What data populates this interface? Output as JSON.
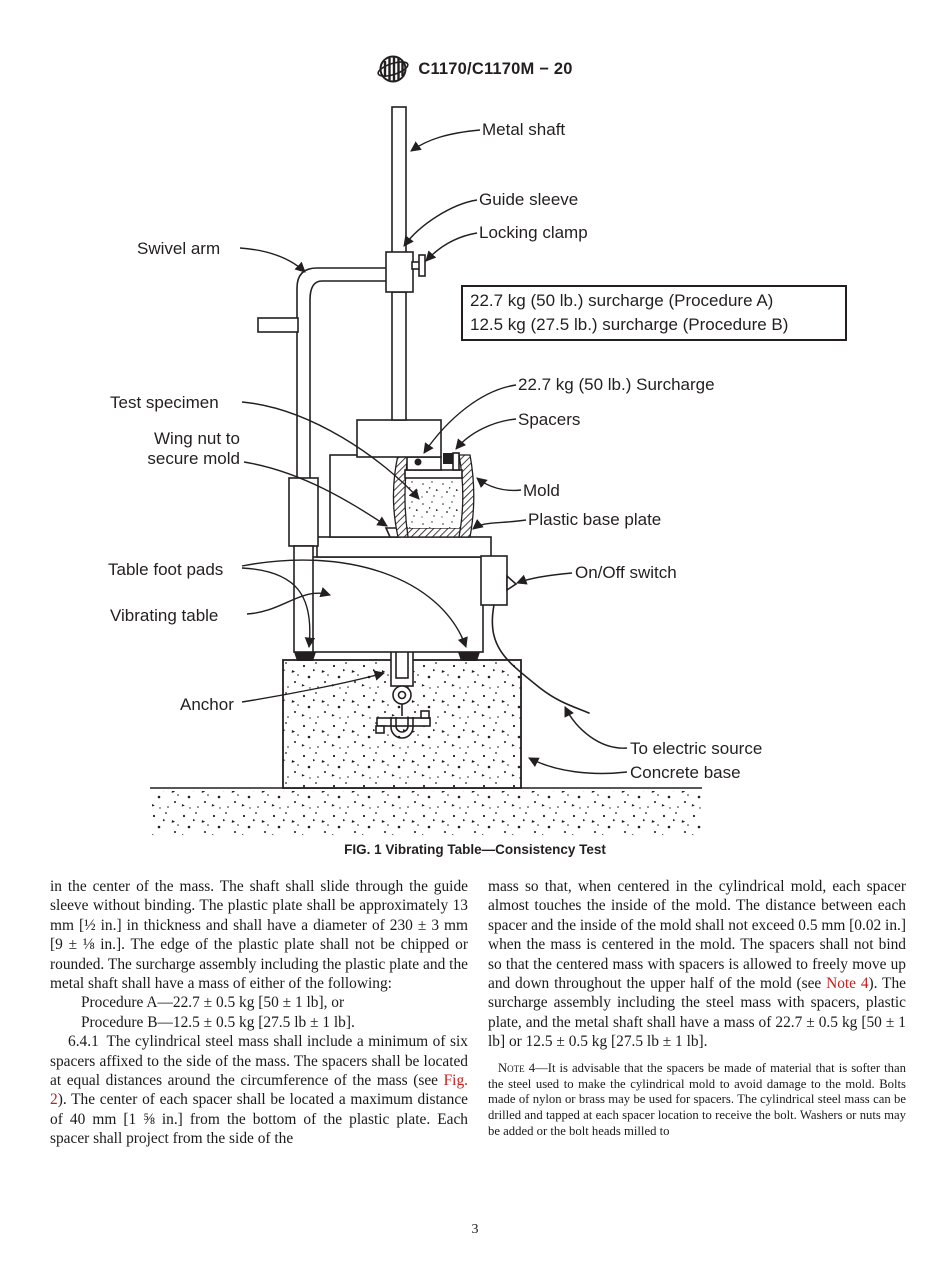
{
  "header": {
    "title": "C1170/C1170M − 20"
  },
  "figure": {
    "caption": "FIG. 1 Vibrating Table—Consistency Test",
    "surcharge_box": {
      "line1": "22.7 kg (50 lb.) surcharge (Procedure A)",
      "line2": "12.5 kg (27.5 lb.) surcharge (Procedure B)"
    },
    "labels": {
      "metal_shaft": "Metal shaft",
      "guide_sleeve": "Guide sleeve",
      "locking_clamp": "Locking clamp",
      "swivel_arm": "Swivel arm",
      "surcharge": "22.7 kg (50 lb.) Surcharge",
      "spacers": "Spacers",
      "test_specimen": "Test specimen",
      "wing_nut_line1": "Wing nut to",
      "wing_nut_line2": "secure mold",
      "mold": "Mold",
      "plastic_base_plate": "Plastic base plate",
      "table_foot_pads": "Table foot pads",
      "on_off_switch": "On/Off switch",
      "vibrating_table": "Vibrating table",
      "anchor": "Anchor",
      "to_electric_source": "To electric source",
      "concrete_base": "Concrete base"
    }
  },
  "body": {
    "left": {
      "para1": "in the center of the mass. The shaft shall slide through the guide sleeve without binding. The plastic plate shall be approximately 13 mm [½ in.] in thickness and shall have a diameter of 230 ± 3 mm [9 ± ⅛ in.]. The edge of the plastic plate shall not be chipped or rounded. The surcharge assembly including the plastic plate and the metal shaft shall have a mass of either of the following:",
      "proc_a": "Procedure A—22.7 ± 0.5 kg [50 ± 1 lb], or",
      "proc_b": "Procedure B—12.5 ± 0.5 kg [27.5 lb ± 1 lb].",
      "para2_num": "6.4.1",
      "para2_a": " The cylindrical steel mass shall include a minimum of six spacers affixed to the side of the mass. The spacers shall be located at equal distances around the circumference of the mass (see ",
      "para2_link": "Fig. 2",
      "para2_b": "). The center of each spacer shall be located a maximum distance of 40 mm [1 ⅝ in.] from the bottom of the plastic plate. Each spacer shall project from the side of the"
    },
    "right": {
      "para1_a": "mass so that, when centered in the cylindrical mold, each spacer almost touches the inside of the mold. The distance between each spacer and the inside of the mold shall not exceed 0.5 mm [0.02 in.] when the mass is centered in the mold. The spacers shall not bind so that the centered mass with spacers is allowed to freely move up and down throughout the upper half of the mold (see ",
      "para1_link": "Note 4",
      "para1_b": "). The surcharge assembly including the steel mass with spacers, plastic plate, and the metal shaft shall have a mass of 22.7 ± 0.5 kg [50 ± 1 lb] or 12.5 ± 0.5 kg [27.5 lb ± 1 lb].",
      "note_label": "Note 4",
      "note_dash": "—",
      "note_text": "It is advisable that the spacers be made of material that is softer than the steel used to make the cylindrical mold to avoid damage to the mold. Bolts made of nylon or brass may be used for spacers. The cylindrical steel mass can be drilled and tapped at each spacer location to receive the bolt. Washers or nuts may be added or the bolt heads milled to"
    }
  },
  "page_number": "3",
  "colors": {
    "ink": "#231f20",
    "link": "#c02020"
  }
}
